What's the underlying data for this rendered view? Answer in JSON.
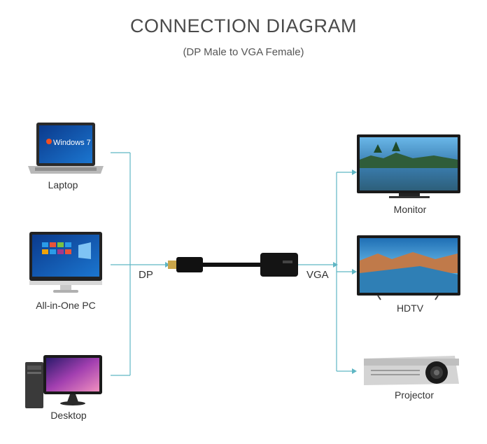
{
  "title": "CONNECTION DIAGRAM",
  "subtitle": "(DP Male to VGA Female)",
  "sources": [
    {
      "label": "Laptop",
      "icon": "laptop-icon"
    },
    {
      "label": "All-in-One PC",
      "icon": "all-in-one-pc-icon"
    },
    {
      "label": "Desktop",
      "icon": "desktop-icon"
    }
  ],
  "laptop_screen_text": "Windows 7",
  "displays": [
    {
      "label": "Monitor",
      "icon": "monitor-icon"
    },
    {
      "label": "HDTV",
      "icon": "hdtv-icon"
    },
    {
      "label": "Projector",
      "icon": "projector-icon"
    }
  ],
  "ports": {
    "input": "DP",
    "output": "VGA"
  },
  "adapter_icon": "dp-to-vga-adapter-icon",
  "colors": {
    "line": "#5fb6c4",
    "text": "#333333"
  }
}
